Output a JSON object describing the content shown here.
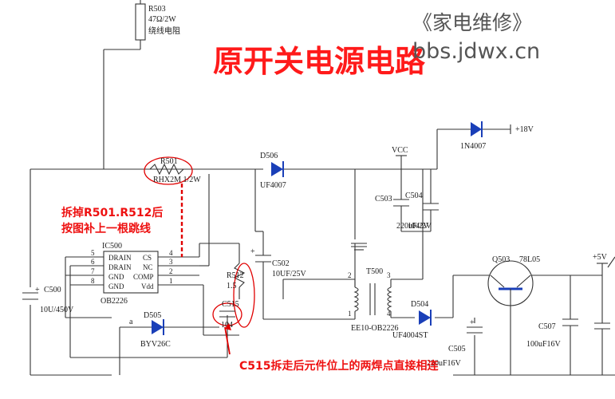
{
  "title": "原开关电源电路",
  "watermark": {
    "line1": "《家电维修》",
    "line2": "bbs.jdwx.cn"
  },
  "notes": {
    "remove": "拆掉R501.R512后",
    "jumper": "按图补上一根跳线",
    "c515": "C515拆走后元件位上的两焊点直接相连"
  },
  "components": {
    "r503": {
      "ref": "R503",
      "value": "47Ω/2W",
      "desc": "绕线电阻"
    },
    "r501": {
      "ref": "R501",
      "value": "RHX2M 1/2W"
    },
    "d506": {
      "ref": "D506",
      "value": "UF4007"
    },
    "d_top": {
      "ref": "1N4007",
      "rail": "+18V"
    },
    "vcc": "VCC",
    "c503": {
      "ref": "C503",
      "value": "220uF/2V"
    },
    "c504": {
      "ref": "C504",
      "value": "104/2V"
    },
    "c502": {
      "ref": "C502",
      "value": "10UF/25V"
    },
    "r512": {
      "ref": "R512",
      "value": "1.5"
    },
    "c515": {
      "ref": "C515",
      "value": "104"
    },
    "c500": {
      "ref": "C500",
      "value": "10U/450V"
    },
    "ic500": {
      "ref": "IC500",
      "part": "OB2226",
      "pins_left": [
        "5",
        "6",
        "7",
        "8"
      ],
      "pin_labels_left": [
        "DRAIN",
        "DRAIN",
        "GND",
        "GND"
      ],
      "pins_right": [
        "4",
        "3",
        "2",
        "1"
      ],
      "pin_labels_right": [
        "CS",
        "NC",
        "COMP",
        "Vdd"
      ]
    },
    "d505": {
      "ref": "D505",
      "value": "BYV26C",
      "anode_mark": "a"
    },
    "t500": {
      "ref": "T500",
      "part": "EE10-OB2226",
      "pins": [
        "2",
        "3",
        "1",
        "4"
      ]
    },
    "d504": {
      "ref": "D504",
      "value": "UF4004ST"
    },
    "c505": {
      "ref": "C505",
      "value": "220uF16V"
    },
    "q503": {
      "ref": "Q503",
      "part": "78L05"
    },
    "c507": {
      "ref": "C507",
      "value": "100uF16V"
    },
    "rail5v": "+5V"
  }
}
